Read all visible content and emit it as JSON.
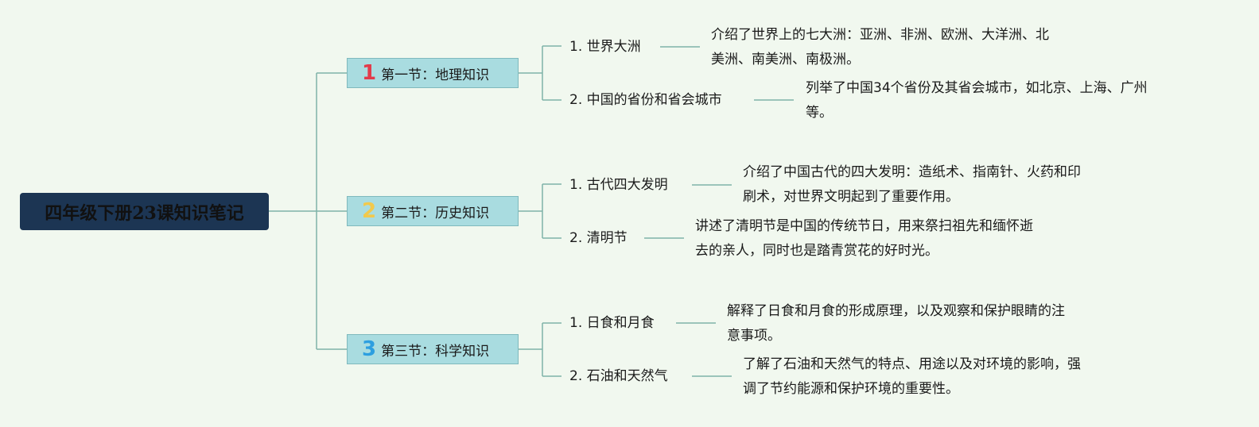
{
  "root": {
    "title": "四年级下册23课知识笔记"
  },
  "colors": {
    "root_bg": "#1c3553",
    "section_bg": "#a9dce0",
    "connector": "#7fb3a8",
    "num1": "#e23b4b",
    "num2": "#f2c94c",
    "num3": "#2d9fe0"
  },
  "sections": [
    {
      "number": "1",
      "label": "第一节：地理知识",
      "topics": [
        {
          "label": "1. 世界大洲",
          "desc_line1": "介绍了世界上的七大洲：亚洲、非洲、欧洲、大洋洲、北",
          "desc_line2": "美洲、南美洲、南极洲。"
        },
        {
          "label": "2. 中国的省份和省会城市",
          "desc_line1": "列举了中国34个省份及其省会城市，如北京、上海、广州",
          "desc_line2": "等。"
        }
      ]
    },
    {
      "number": "2",
      "label": "第二节：历史知识",
      "topics": [
        {
          "label": "1. 古代四大发明",
          "desc_line1": "介绍了中国古代的四大发明：造纸术、指南针、火药和印",
          "desc_line2": "刷术，对世界文明起到了重要作用。"
        },
        {
          "label": "2. 清明节",
          "desc_line1": "讲述了清明节是中国的传统节日，用来祭扫祖先和缅怀逝",
          "desc_line2": "去的亲人，同时也是踏青赏花的好时光。"
        }
      ]
    },
    {
      "number": "3",
      "label": "第三节：科学知识",
      "topics": [
        {
          "label": "1. 日食和月食",
          "desc_line1": "解释了日食和月食的形成原理，以及观察和保护眼睛的注",
          "desc_line2": "意事项。"
        },
        {
          "label": "2. 石油和天然气",
          "desc_line1": "了解了石油和天然气的特点、用途以及对环境的影响，强",
          "desc_line2": "调了节约能源和保护环境的重要性。"
        }
      ]
    }
  ]
}
